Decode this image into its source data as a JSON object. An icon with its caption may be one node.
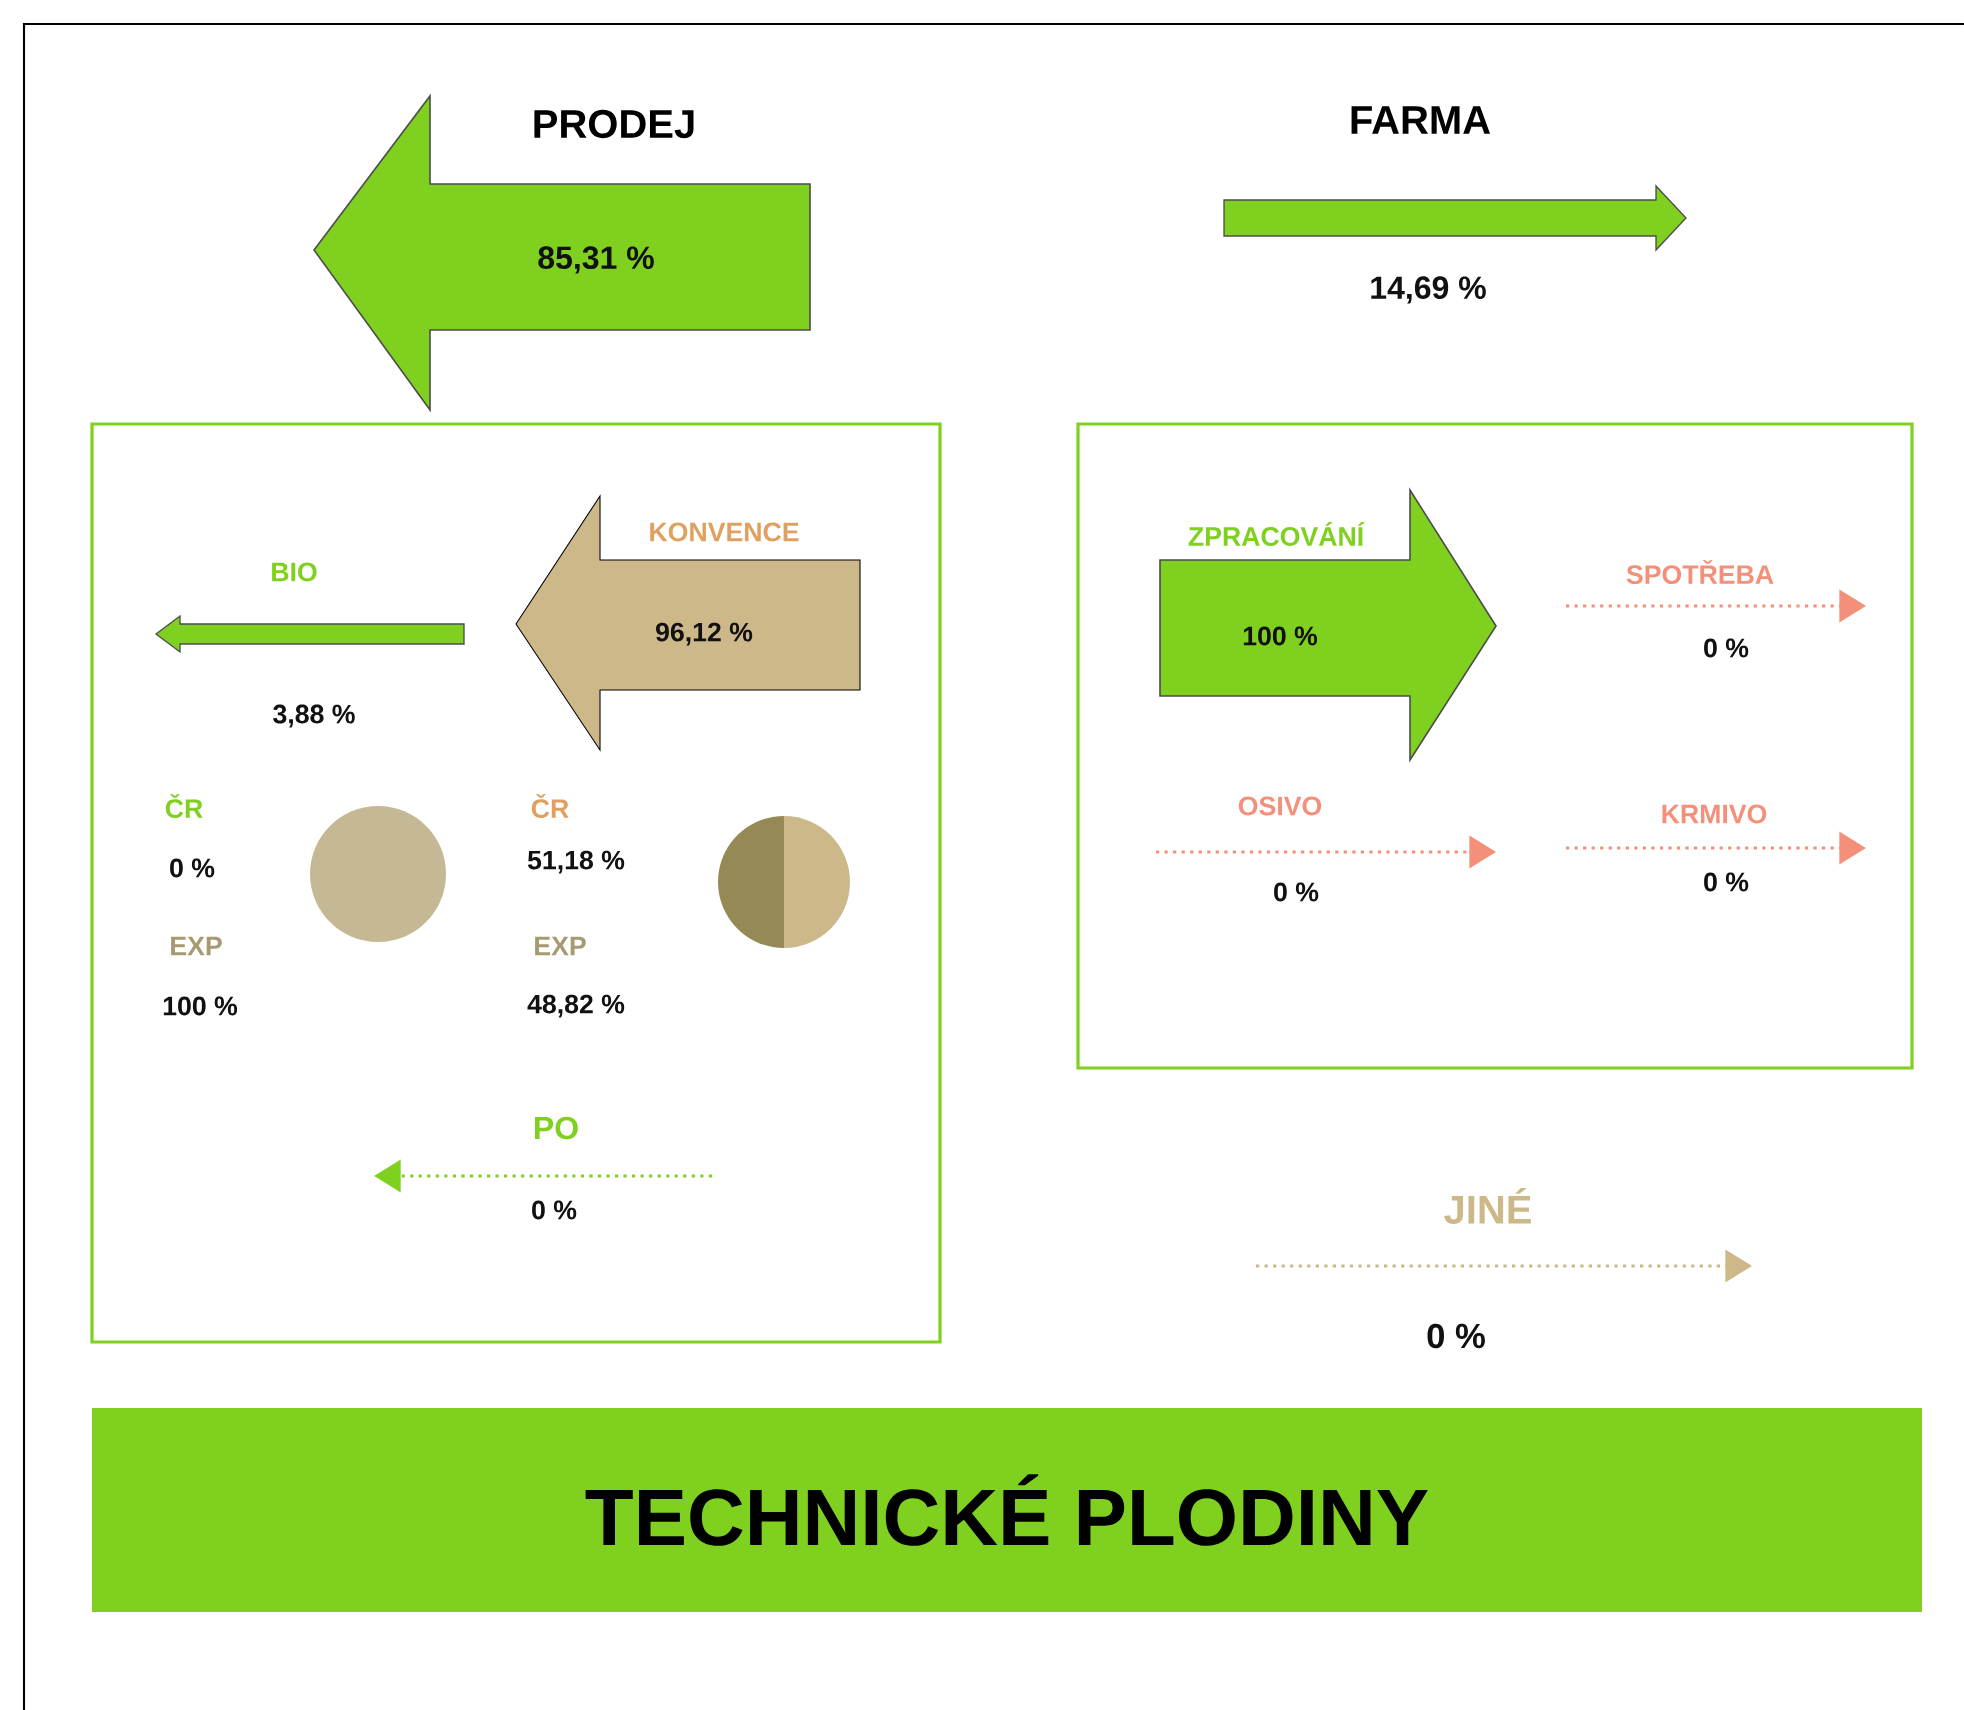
{
  "diagram": {
    "nodes": [
      {
        "text": [
          "PRODEJ",
          "85,31 %"
        ]
      },
      {
        "text": [],
        "shape": "box"
      },
      {
        "text": [
          "KONVENCE",
          "96,12 %"
        ],
        "in": 1
      },
      {
        "text": [],
        "shape": "box"
      },
      {
        "text": [
          "ZPRACOVÁNÍ",
          "100 %"
        ],
        "in": 3
      },
      {
        "text": [
          "TECHNICKÉ PLODINY"
        ]
      }
    ],
    "labels": [
      "FARMA",
      "14,69 %",
      "BIO",
      "3,88 %",
      "ČR",
      "0 %",
      "EXP",
      "100 %",
      "ČR",
      "51,18 %",
      "EXP",
      "48,82 %",
      "PO",
      "0 %",
      "SPOTŘEBA",
      "0 %",
      "OSIVO",
      "0 %",
      "KRMIVO",
      "0 %",
      "JINÉ",
      "0 %"
    ]
  }
}
